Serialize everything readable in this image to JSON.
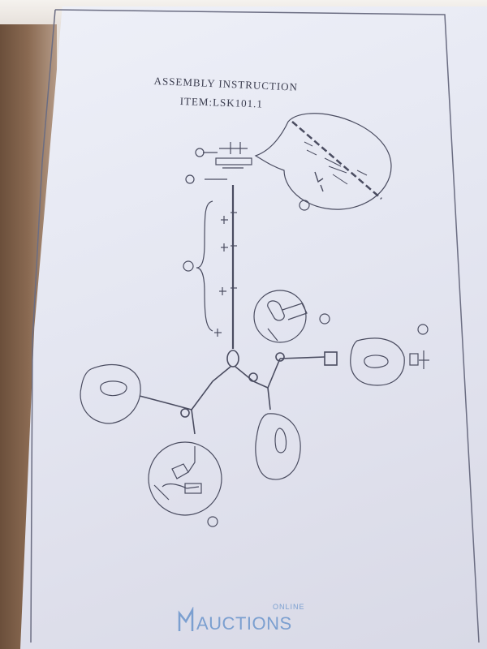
{
  "document": {
    "title": "ASSEMBLY INSTRUCTION",
    "item": "ITEM:LSK101.1"
  },
  "watermark": {
    "online": "ONLINE",
    "brand": "AUCTIONS"
  },
  "colors": {
    "ink": "#3b3d4f",
    "paper": "#e6e7f1",
    "watermark": "#7b9fd0"
  }
}
